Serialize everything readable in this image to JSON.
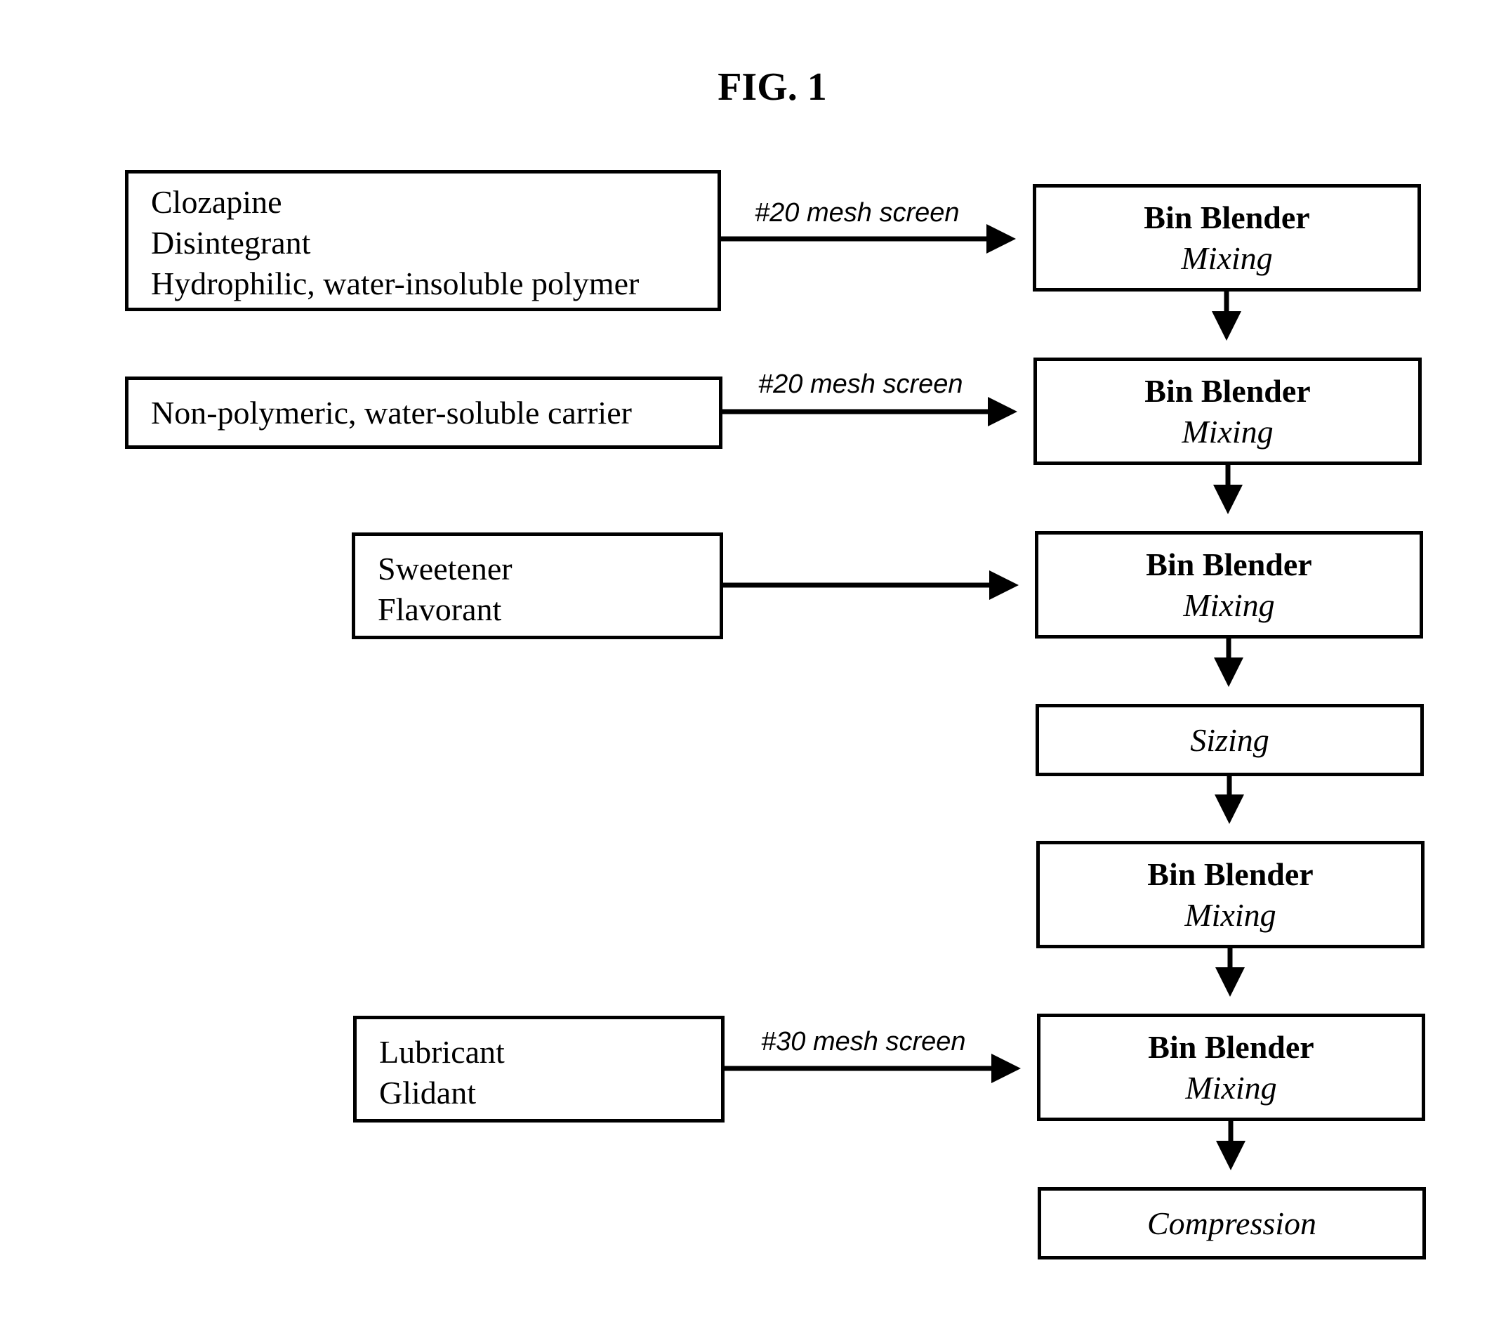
{
  "figure_title": "FIG. 1",
  "inputs": [
    {
      "lines": [
        "Clozapine",
        "Disintegrant",
        "Hydrophilic, water-insoluble polymer"
      ],
      "screen": "#20 mesh screen"
    },
    {
      "lines": [
        "Non-polymeric, water-soluble carrier"
      ],
      "screen": "#20 mesh screen"
    },
    {
      "lines": [
        "Sweetener",
        "Flavorant"
      ],
      "screen": ""
    },
    {
      "lines": [
        "Lubricant",
        "Glidant"
      ],
      "screen": "#30 mesh screen"
    }
  ],
  "process": [
    {
      "title": "Bin Blender",
      "sub": "Mixing"
    },
    {
      "title": "Bin Blender",
      "sub": "Mixing"
    },
    {
      "title": "Bin Blender",
      "sub": "Mixing"
    },
    {
      "title": "",
      "sub": "Sizing"
    },
    {
      "title": "Bin Blender",
      "sub": "Mixing"
    },
    {
      "title": "Bin Blender",
      "sub": "Mixing"
    },
    {
      "title": "",
      "sub": "Compression"
    }
  ]
}
